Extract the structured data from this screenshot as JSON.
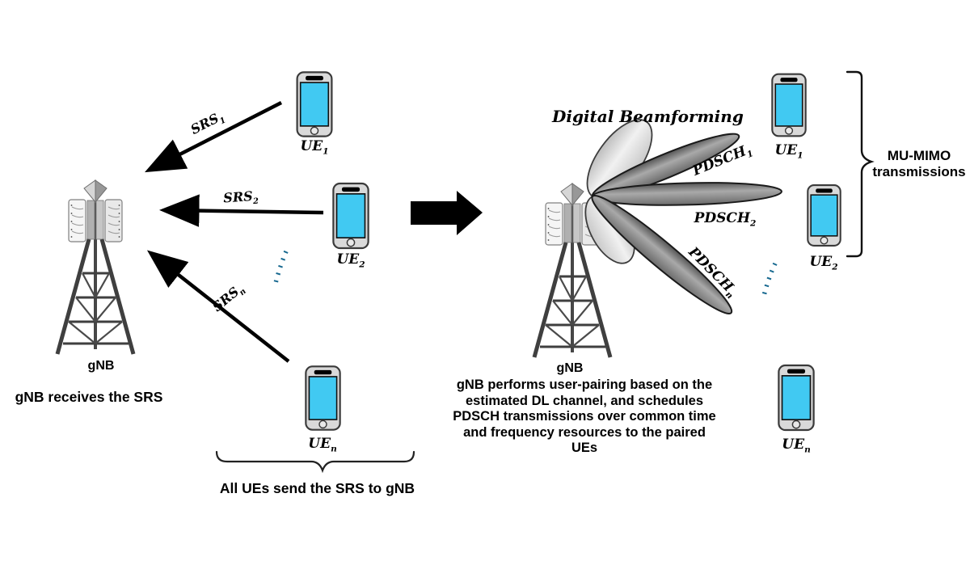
{
  "colors": {
    "screen": "#41C9F2",
    "dots": "#16688F",
    "arrow": "#000000",
    "beam_dark": "#8c8c8c",
    "lobe_light": "#d9d9d9"
  },
  "left_panel": {
    "gnb_label": "gNB",
    "caption": "gNB receives the SRS",
    "brace_caption": "All UEs send the SRS to gNB",
    "srs": [
      {
        "base": "SRS",
        "sub": "1"
      },
      {
        "base": "SRS",
        "sub": "2"
      },
      {
        "base": "SRS",
        "sub": "n"
      }
    ],
    "ues": [
      {
        "base": "UE",
        "sub": "1"
      },
      {
        "base": "UE",
        "sub": "2"
      },
      {
        "base": "UE",
        "sub": "n"
      }
    ]
  },
  "right_panel": {
    "title": "Digital Beamforming",
    "gnb_label": "gNB",
    "caption": "gNB performs user-pairing based on the\nestimated DL channel, and schedules\nPDSCH transmissions over common time\nand frequency resources to the paired\nUEs",
    "mu_mimo_label": "MU-MIMO\ntransmissions",
    "pdsch": [
      {
        "base": "PDSCH",
        "sub": "1"
      },
      {
        "base": "PDSCH",
        "sub": "2"
      },
      {
        "base": "PDSCH",
        "sub": "n"
      }
    ],
    "ues": [
      {
        "base": "UE",
        "sub": "1"
      },
      {
        "base": "UE",
        "sub": "2"
      },
      {
        "base": "UE",
        "sub": "n"
      }
    ]
  }
}
